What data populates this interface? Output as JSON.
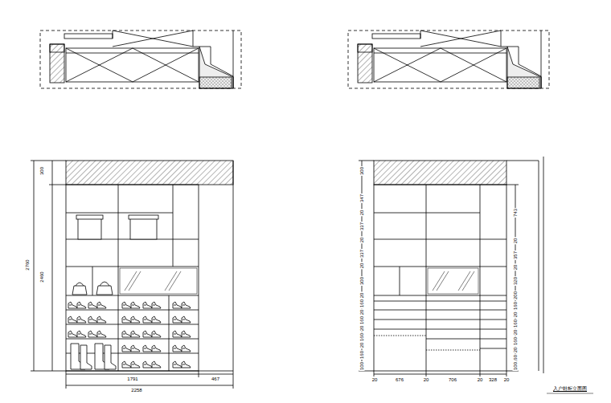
{
  "diagram": {
    "title": "入户鞋柜立面图",
    "labels": [
      "300",
      "2760",
      "2460",
      "1791",
      "467",
      "2258",
      "300",
      "347",
      "20",
      "337",
      "20",
      "337",
      "20",
      "300",
      "20",
      "160",
      "20",
      "160",
      "20",
      "160",
      "20",
      "160",
      "100",
      "743",
      "20",
      "357",
      "20",
      "320",
      "200",
      "160",
      "20",
      "160",
      "20",
      "160",
      "20",
      "160",
      "100",
      "20",
      "676",
      "20",
      "706",
      "20",
      "328",
      "20"
    ]
  }
}
